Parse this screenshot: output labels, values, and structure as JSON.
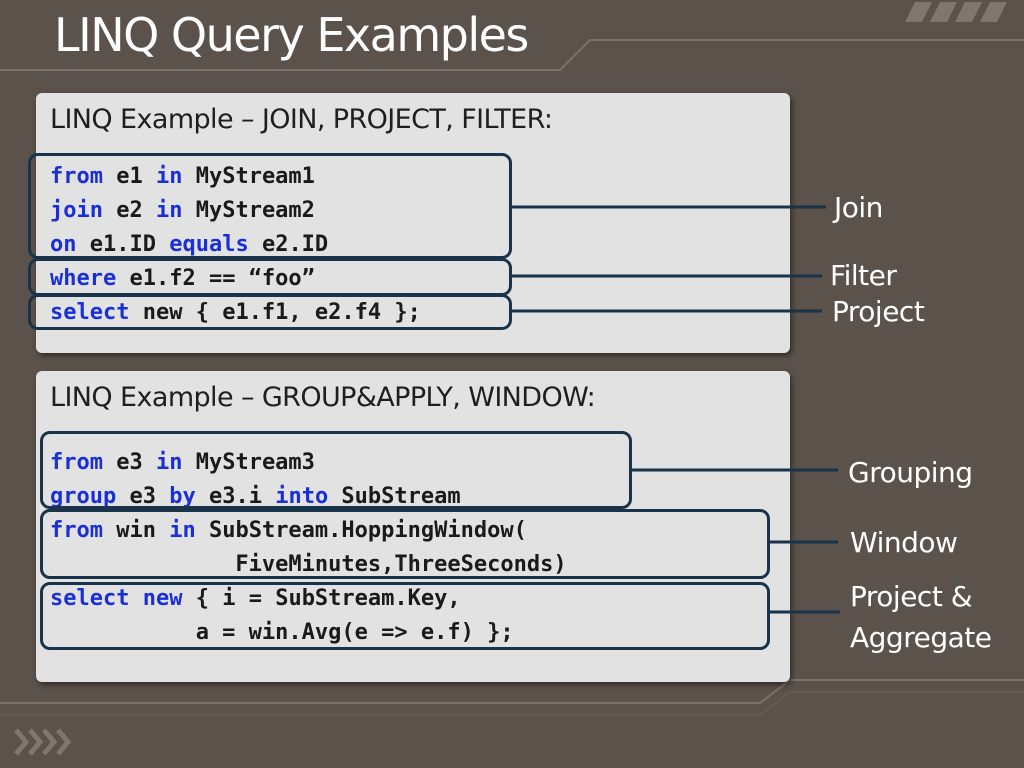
{
  "slide": {
    "title": "LINQ Query Examples"
  },
  "panel1": {
    "title": "LINQ Example – JOIN, PROJECT, FILTER:",
    "lines": [
      [
        {
          "t": "from",
          "k": true
        },
        {
          "t": " e1 ",
          "k": false
        },
        {
          "t": "in",
          "k": true
        },
        {
          "t": " MyStream1",
          "k": false
        }
      ],
      [
        {
          "t": "join",
          "k": true
        },
        {
          "t": " e2 ",
          "k": false
        },
        {
          "t": "in",
          "k": true
        },
        {
          "t": " MyStream2",
          "k": false
        }
      ],
      [
        {
          "t": "on",
          "k": true
        },
        {
          "t": " e1.ID ",
          "k": false
        },
        {
          "t": "equals",
          "k": true
        },
        {
          "t": " e2.ID",
          "k": false
        }
      ],
      [
        {
          "t": "where",
          "k": true
        },
        {
          "t": " e1.f2 == “foo”",
          "k": false
        }
      ],
      [
        {
          "t": "select",
          "k": true
        },
        {
          "t": " new { e1.f1, e2.f4 };",
          "k": false
        }
      ]
    ]
  },
  "panel2": {
    "title": "LINQ Example – GROUP&APPLY, WINDOW:",
    "lines": [
      [
        {
          "t": "from",
          "k": true
        },
        {
          "t": " e3 ",
          "k": false
        },
        {
          "t": "in",
          "k": true
        },
        {
          "t": " MyStream3",
          "k": false
        }
      ],
      [
        {
          "t": "group",
          "k": true
        },
        {
          "t": " e3 ",
          "k": false
        },
        {
          "t": "by",
          "k": true
        },
        {
          "t": " e3.i ",
          "k": false
        },
        {
          "t": "into",
          "k": true
        },
        {
          "t": " SubStream",
          "k": false
        }
      ],
      [
        {
          "t": "from",
          "k": true
        },
        {
          "t": " win ",
          "k": false
        },
        {
          "t": "in",
          "k": true
        },
        {
          "t": " SubStream.HoppingWindow(",
          "k": false
        }
      ],
      [
        {
          "t": "              FiveMinutes,ThreeSeconds)",
          "k": false
        }
      ],
      [
        {
          "t": "select",
          "k": true
        },
        {
          "t": " ",
          "k": false
        },
        {
          "t": "new",
          "k": true
        },
        {
          "t": " { i = SubStream.Key,",
          "k": false
        }
      ],
      [
        {
          "t": "           a = win.Avg(e => e.f) };",
          "k": false
        }
      ]
    ]
  },
  "labels": {
    "join": "Join",
    "filter": "Filter",
    "project": "Project",
    "grouping": "Grouping",
    "window": "Window",
    "project_aggregate_1": "Project &",
    "project_aggregate_2": "Aggregate"
  }
}
